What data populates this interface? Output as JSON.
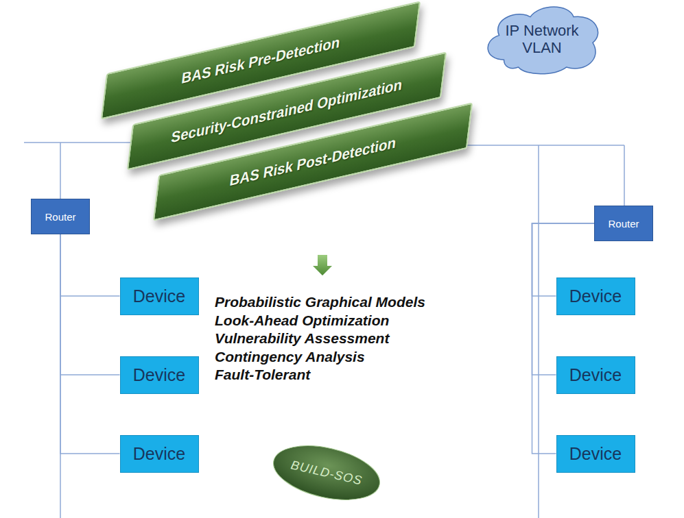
{
  "diagram": {
    "nodes": [
      {
        "text": [
          "BAS Risk Pre-Detection"
        ]
      },
      {
        "text": [
          "Security-Constrained Optimization"
        ]
      },
      {
        "text": [
          "BAS Risk Post-Detection"
        ]
      },
      {
        "text": [
          "IP Network VLAN"
        ]
      },
      {
        "text": [
          "Router"
        ]
      },
      {
        "text": [
          "Router"
        ]
      },
      {
        "text": [
          "Device"
        ]
      },
      {
        "text": [
          "Device"
        ]
      },
      {
        "text": [
          "Device"
        ]
      },
      {
        "text": [
          "Device"
        ]
      },
      {
        "text": [
          "Device"
        ]
      },
      {
        "text": [
          "Device"
        ]
      },
      {
        "text": [
          "BUILD-SOS"
        ]
      }
    ],
    "edges": [
      {
        "from": 4,
        "to": 6,
        "arrow": "none"
      },
      {
        "from": 4,
        "to": 7,
        "arrow": "none"
      },
      {
        "from": 4,
        "to": 8,
        "arrow": "none"
      },
      {
        "from": 5,
        "to": 9,
        "arrow": "none"
      },
      {
        "from": 5,
        "to": 10,
        "arrow": "none"
      },
      {
        "from": 5,
        "to": 11,
        "arrow": "none"
      }
    ],
    "labels": [
      "Probabilistic Graphical Models",
      "Look-Ahead Optimization",
      "Vulnerability Assessment",
      "Contingency Analysis",
      "Fault-Tolerant"
    ]
  }
}
